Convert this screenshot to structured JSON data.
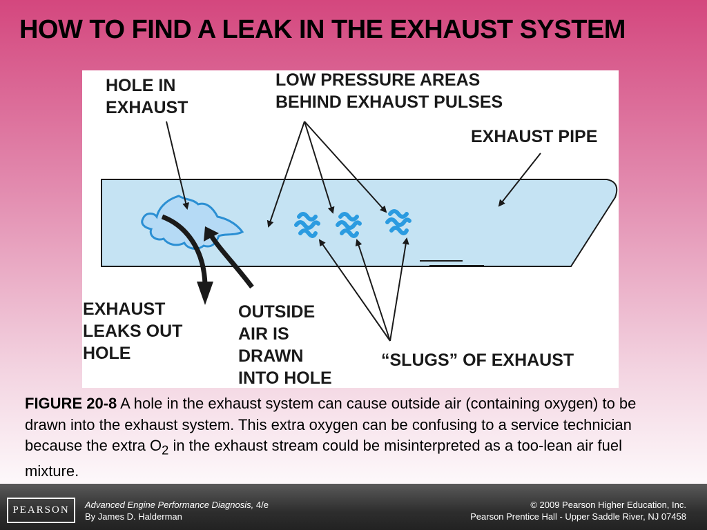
{
  "slide": {
    "title": "HOW TO FIND A LEAK IN THE EXHAUST SYSTEM"
  },
  "diagram": {
    "labels": {
      "hole_in_exhaust": [
        "HOLE IN",
        "EXHAUST"
      ],
      "low_pressure_areas": [
        "LOW PRESSURE AREAS",
        "BEHIND EXHAUST PULSES"
      ],
      "exhaust_pipe": [
        "EXHAUST PIPE"
      ],
      "exhaust_leaks_out": [
        "EXHAUST",
        "LEAKS OUT",
        "HOLE"
      ],
      "outside_air_drawn": [
        "OUTSIDE",
        "AIR IS",
        "DRAWN",
        "INTO HOLE"
      ],
      "slugs_of_exhaust": [
        "“SLUGS” OF EXHAUST"
      ]
    },
    "colors": {
      "pipe_fill": "#c5e3f3",
      "pipe_outline": "#1a1a1a",
      "hole_fill": "#b5daf5",
      "hole_outline": "#2b8fd3",
      "slug_color": "#2b9be0",
      "arrow_color": "#1a1a1a"
    }
  },
  "caption": {
    "figure_number": "FIGURE 20-8",
    "text_part1": " A hole in the exhaust system can cause outside air (containing oxygen) to be drawn into the exhaust system. This extra oxygen can be confusing to a service technician because the extra O",
    "subscript": "2",
    "text_part2": " in the exhaust stream could be misinterpreted as a too-lean air fuel mixture."
  },
  "footer": {
    "logo_text": "PEARSON",
    "book_title": "Advanced Engine Performance Diagnosis,",
    "edition": " 4/e",
    "author": "By James D. Halderman",
    "copyright": "© 2009 Pearson Higher Education, Inc.",
    "publisher": "Pearson Prentice Hall - Upper Saddle River, NJ 07458"
  }
}
